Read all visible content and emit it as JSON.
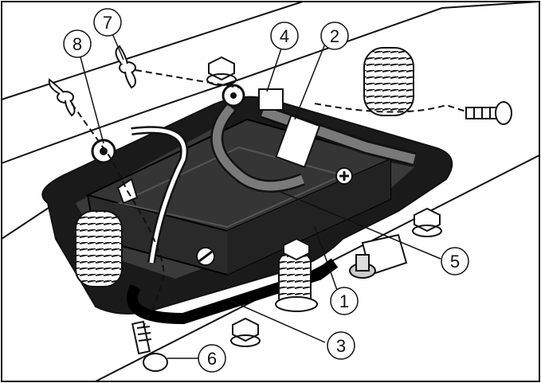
{
  "callouts": [
    {
      "label": "1"
    },
    {
      "label": "2"
    },
    {
      "label": "3"
    },
    {
      "label": "4"
    },
    {
      "label": "5"
    },
    {
      "label": "6"
    },
    {
      "label": "7"
    },
    {
      "label": "8"
    }
  ],
  "colors": {
    "outline": "#111111",
    "tray": "#1a1a1a",
    "battery": "#2a2a2a",
    "cable_gray": "#7a7a7a",
    "background": "#ffffff"
  }
}
